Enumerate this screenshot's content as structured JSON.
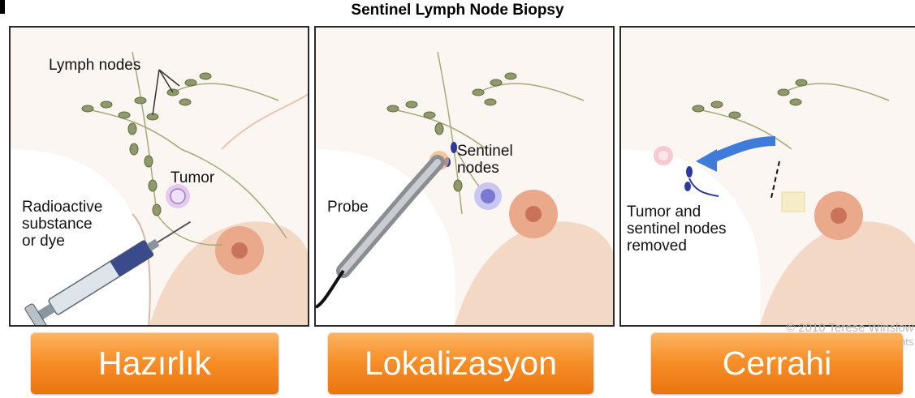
{
  "title": "Sentinel Lymph Node Biopsy",
  "panels": [
    {
      "labels": {
        "lymph_nodes": "Lymph nodes",
        "tumor": "Tumor",
        "substance": [
          "Radioactive",
          "substance",
          "or dye"
        ]
      }
    },
    {
      "labels": {
        "probe": "Probe",
        "sentinel": [
          "Sentinel",
          "nodes"
        ]
      }
    },
    {
      "labels": {
        "removed": [
          "Tumor and",
          "sentinel nodes",
          "removed"
        ]
      }
    }
  ],
  "buttons": [
    "Hazırlık",
    "Lokalizasyon",
    "Cerrahi"
  ],
  "copyright": [
    "© 2010 Terese Winslow",
    "hts"
  ],
  "colors": {
    "accent": "#f7902a",
    "node": "#8f9a6a",
    "skin": "#f3d8c6",
    "arrow": "#3f7bd8",
    "sentinel": "#2c3a9e"
  }
}
